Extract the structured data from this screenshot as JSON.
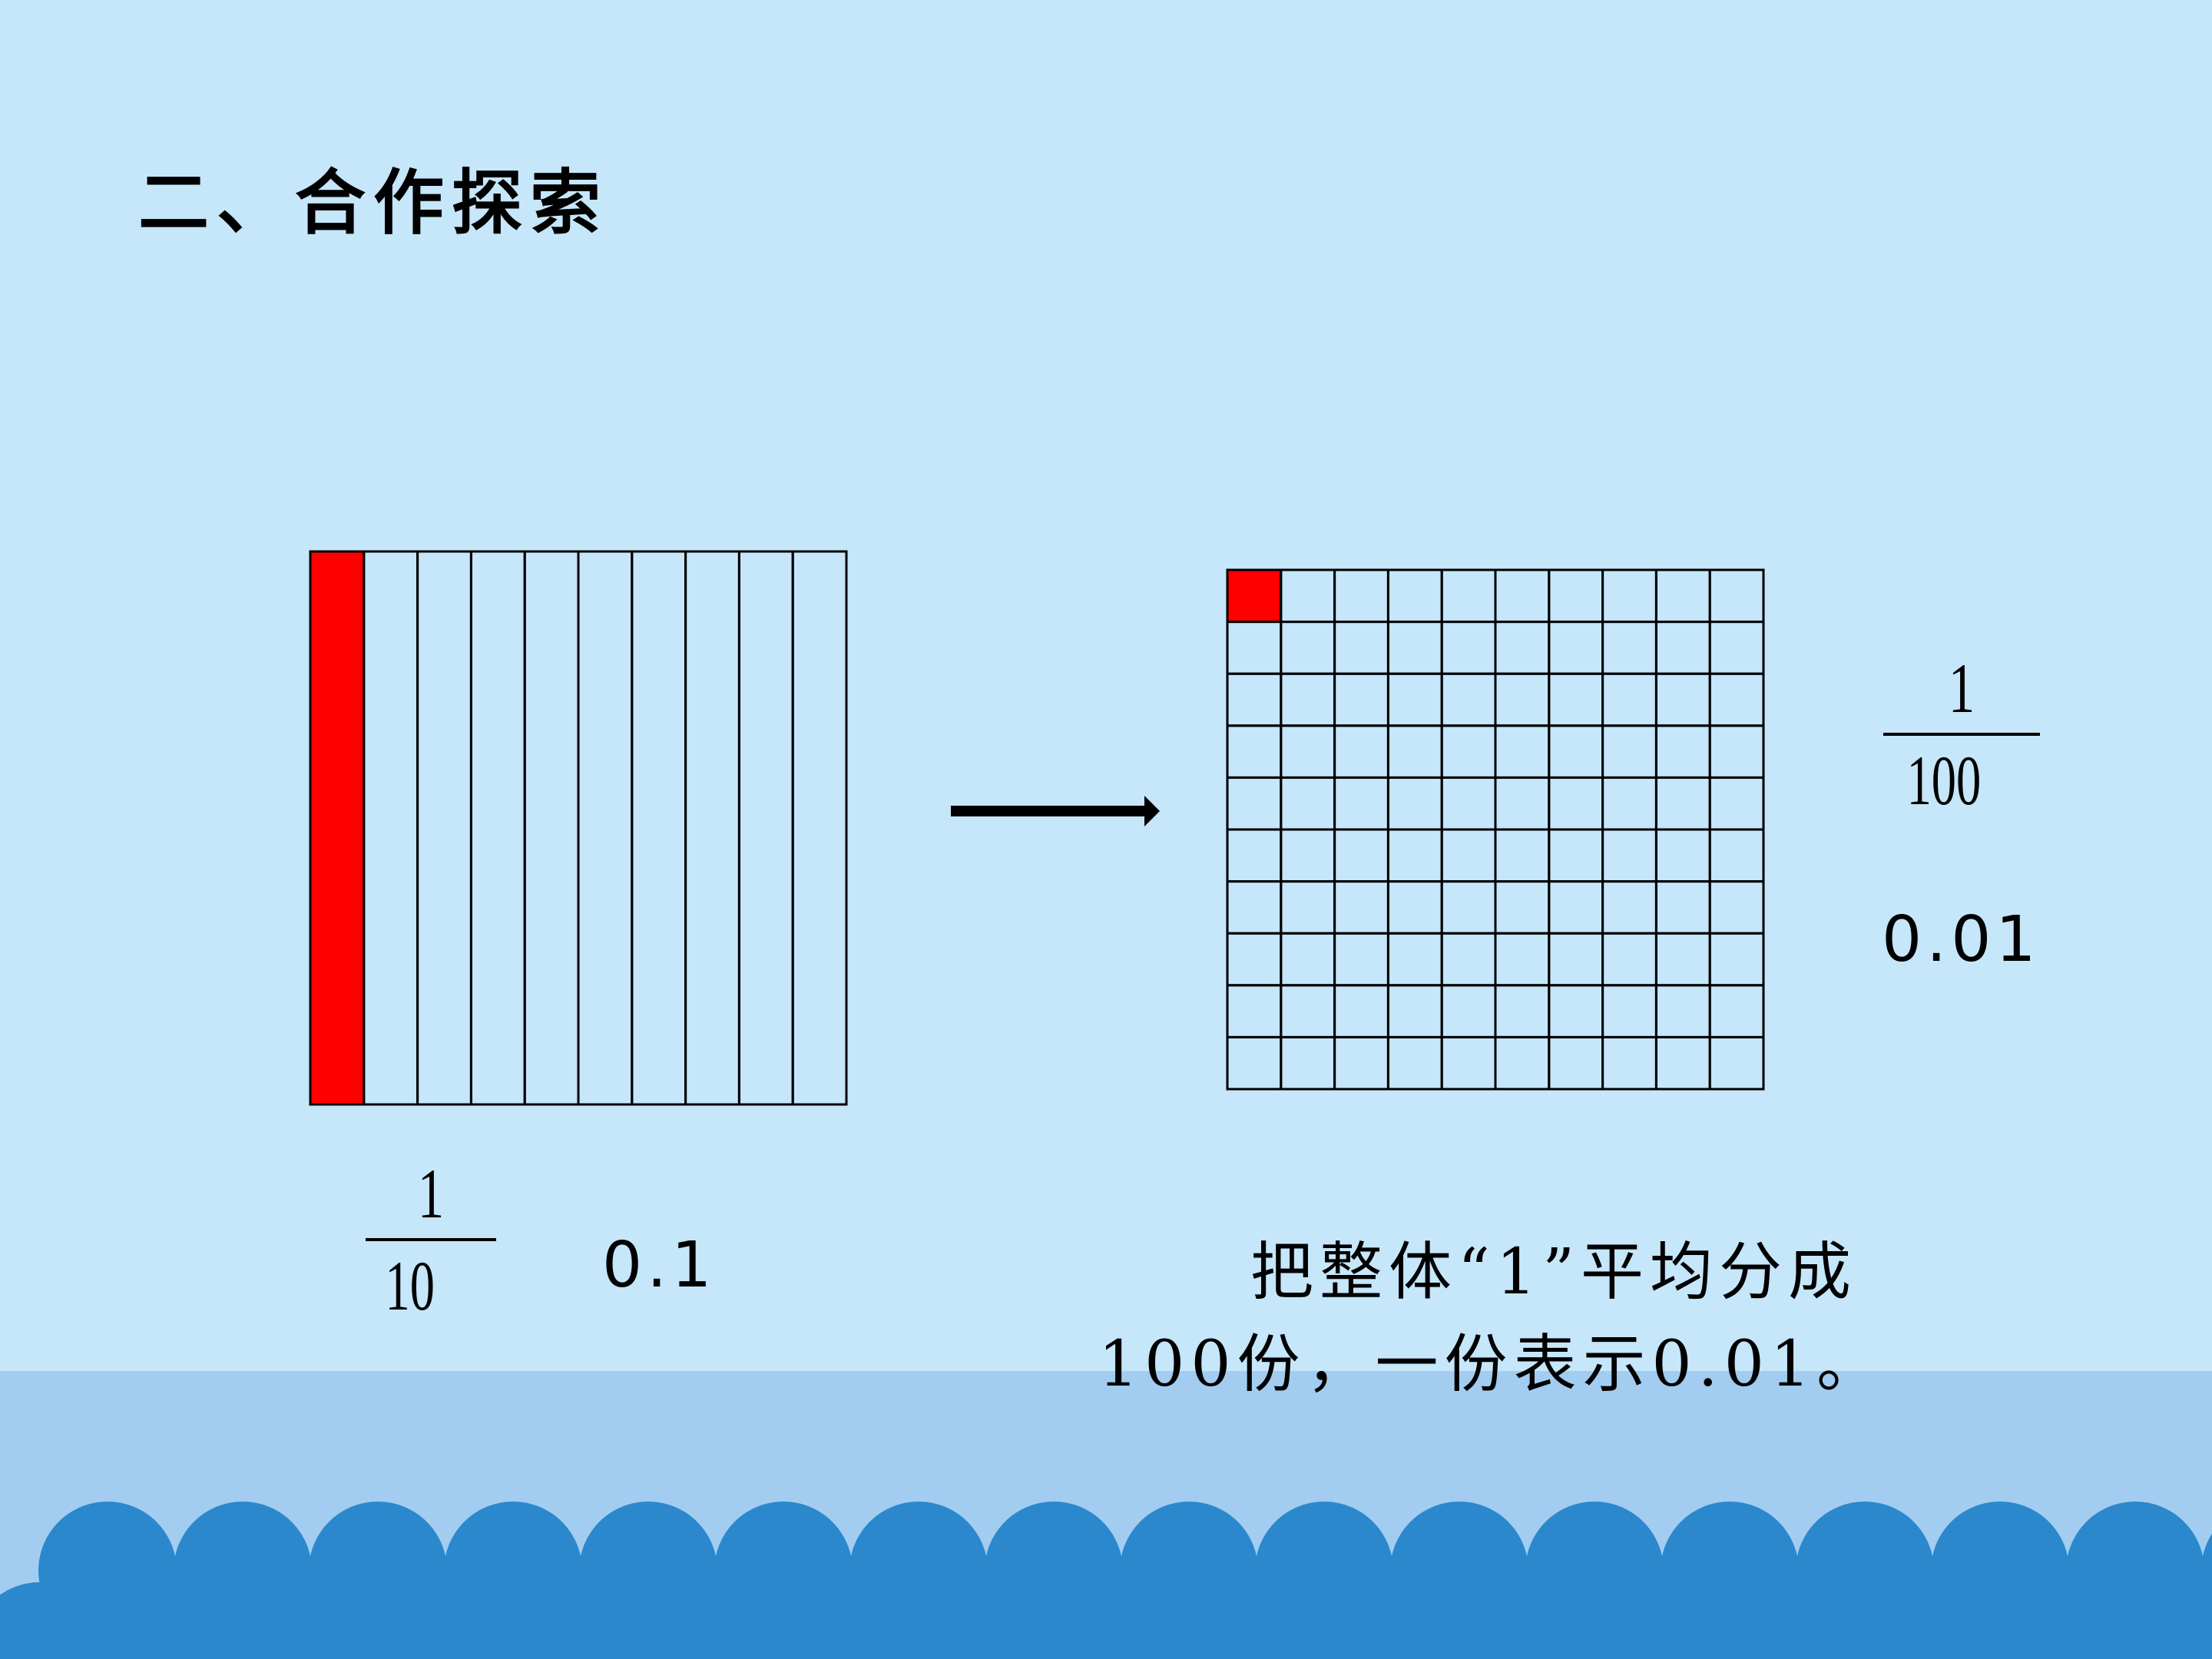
{
  "slide": {
    "title": "二、合作探索",
    "fraction_tenth": {
      "numerator": "1",
      "denominator": "10"
    },
    "decimal_tenth": "0.1",
    "fraction_hundredth": {
      "numerator": "1",
      "denominator": "100"
    },
    "decimal_hundredth": "0.01",
    "caption_line1": "把整体“1”平均分成",
    "caption_line2": "100份，一份表示0.01。"
  },
  "model_tenths": {
    "columns": 10,
    "shaded": 1
  },
  "model_hundredths": {
    "rows": 10,
    "columns": 10,
    "shaded": 1
  },
  "colors": {
    "background": "#c6e6fa",
    "shaded": "#ff0000",
    "water": "#a2cdf0",
    "wave": "#2b88cc",
    "grid_line": "#000000"
  },
  "icons": [
    "right-arrow-icon"
  ]
}
